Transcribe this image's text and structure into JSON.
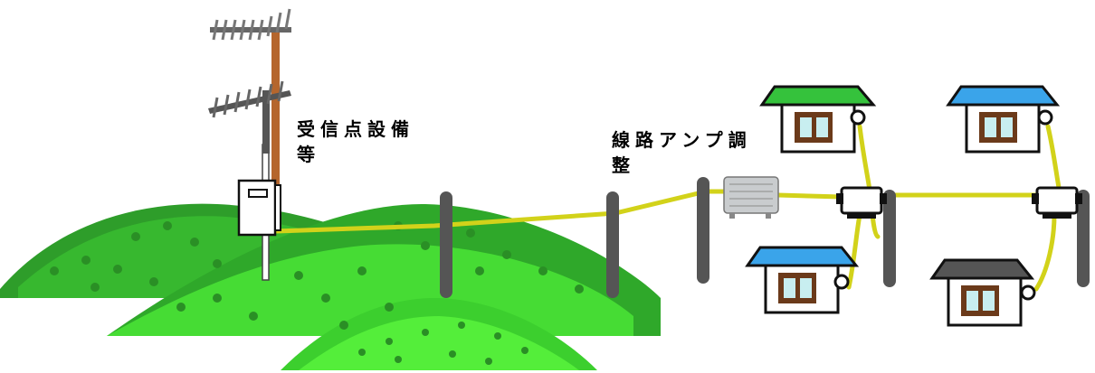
{
  "labels": {
    "reception_line1": "受信点設備",
    "reception_line2": "等",
    "amp_line1": "線路アンプ調",
    "amp_line2": "整"
  },
  "colors": {
    "hill_dark": "#2fa82a",
    "hill_mid": "#3ccf2e",
    "hill_light": "#54ee3a",
    "cable": "#d2d21a",
    "pole": "#555555",
    "house_wall": "#ffffff",
    "window_frame": "#6b3a1a",
    "window_glass": "#c8eef0",
    "roof_green": "#35c23c",
    "roof_blue": "#3aa4ea",
    "roof_gray": "#555555"
  },
  "icons": [
    "antenna-icon",
    "amplifier-icon",
    "tap-box-icon",
    "house-icon"
  ]
}
